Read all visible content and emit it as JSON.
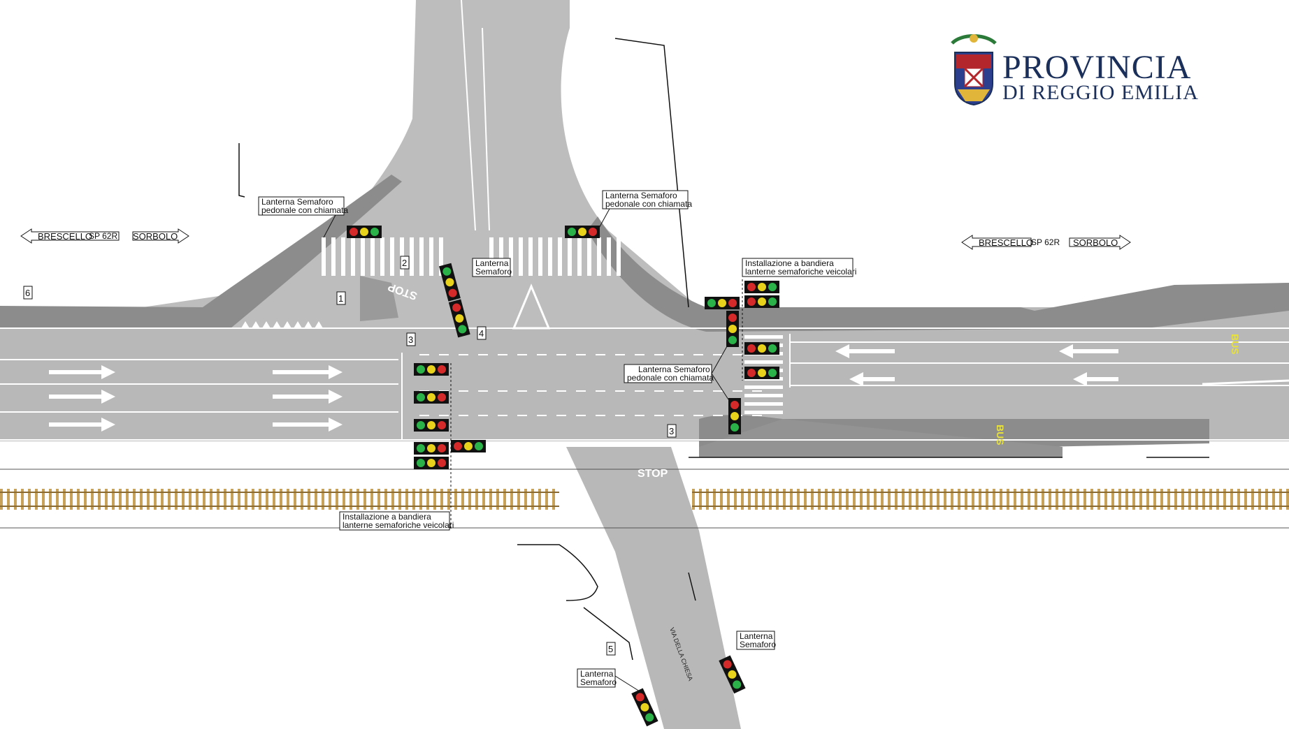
{
  "logo": {
    "line1": "PROVINCIA",
    "line2": "DI REGGIO EMILIA",
    "colors": {
      "text": "#1b2f5b",
      "crest_red": "#b3262b",
      "crest_blue": "#2c3f8f",
      "crest_gold": "#e0b53a"
    }
  },
  "direction_signs": {
    "left": {
      "west": "BRESCELLO",
      "road": "SP 62R",
      "east": "SORBOLO"
    },
    "right": {
      "west": "BRESCELLO",
      "road": "SP 62R",
      "east": "SORBOLO"
    }
  },
  "callouts": {
    "ped_nw": [
      "Lanterna Semaforo",
      "pedonale con chiamata"
    ],
    "ped_ne": [
      "Lanterna Semaforo",
      "pedonale con chiamata"
    ],
    "lanterna_center": [
      "Lanterna",
      "Semaforo"
    ],
    "bandiera_ne": [
      "Installazione a bandiera",
      "lanterne semaforiche veicolari"
    ],
    "ped_center": [
      "Lanterna Semaforo",
      "pedonale con chiamata"
    ],
    "bandiera_sw": [
      "Installazione a bandiera",
      "lanterne semaforiche veicolari"
    ],
    "lanterna_s": [
      "Lanterna",
      "Semaforo"
    ],
    "lanterna_se": [
      "Lanterna",
      "Semaforo"
    ]
  },
  "markings": {
    "stop": "STOP",
    "bus": "BUS",
    "street_name": "VIA DELLA CHIESA"
  },
  "numbers": [
    "1",
    "2",
    "3",
    "4",
    "3",
    "5",
    "6"
  ],
  "colors": {
    "road": "#b8b8b8",
    "sidewalk": "#8c8c8c",
    "rail": "#c9a25a",
    "signal_red": "#d42a2a",
    "signal_yellow": "#e8d21c",
    "signal_green": "#2bb34a"
  }
}
